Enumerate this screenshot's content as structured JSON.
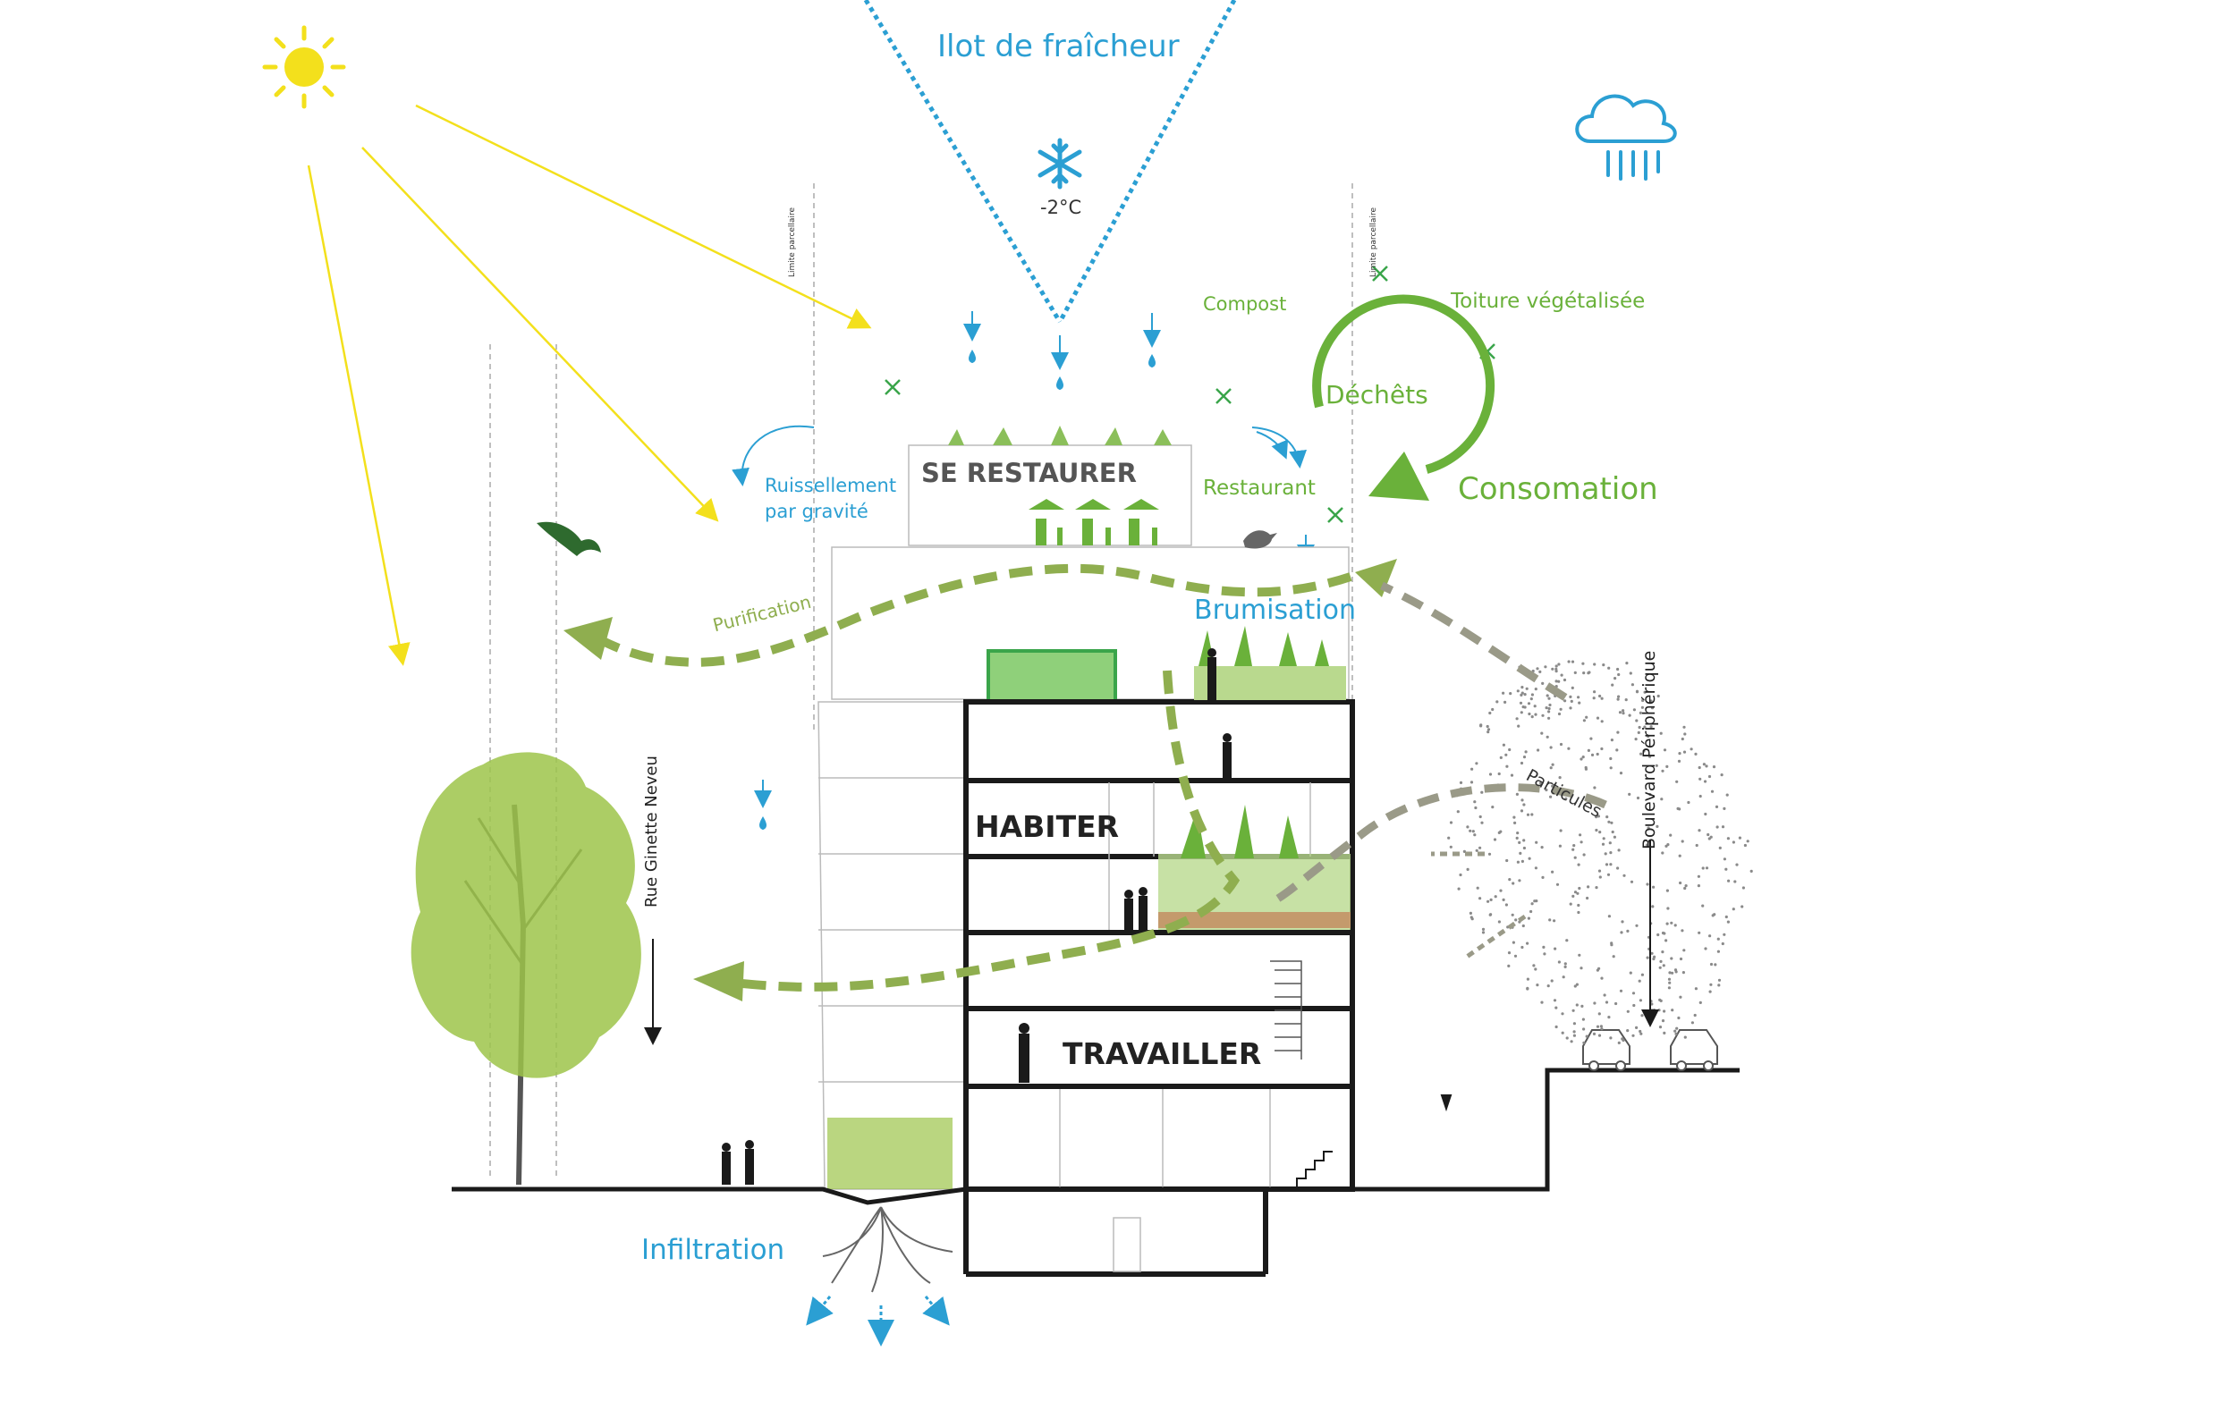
{
  "labels": {
    "cool_island": "Ilot de fraîcheur",
    "temperature": "-2°C",
    "limit_left": "Limite parcellaire",
    "limit_right": "Limite parcellaire",
    "compost": "Compost",
    "green_roof": "Toiture végétalisée",
    "waste": "Déchêts",
    "consumption": "Consomation",
    "restaurant": "Restaurant",
    "se_restaurer": "SE RESTAURER",
    "runoff_1": "Ruissellement",
    "runoff_2": "par gravité",
    "purification": "Purification",
    "misting": "Brumisation",
    "particles": "Particules",
    "habiter": "HABITER",
    "travailler": "TRAVAILLER",
    "street_left": "Rue Ginette Neveu",
    "street_right": "Boulevard Périphérique",
    "infiltration": "Infiltration"
  },
  "colors": {
    "sun": "#f3e01c",
    "water": "#2b9fd3",
    "green_light": "#6ab13a",
    "green_arrow": "#8fae4f",
    "grey_arrow": "#9a9a88",
    "structure": "#1a1a1a",
    "tree": "#9dc44a"
  },
  "icons": [
    "sun-icon",
    "rain-cloud-icon",
    "snowflake-icon",
    "bird-icon",
    "pigeon-icon",
    "car-icon",
    "tree-icon",
    "roots-icon"
  ]
}
